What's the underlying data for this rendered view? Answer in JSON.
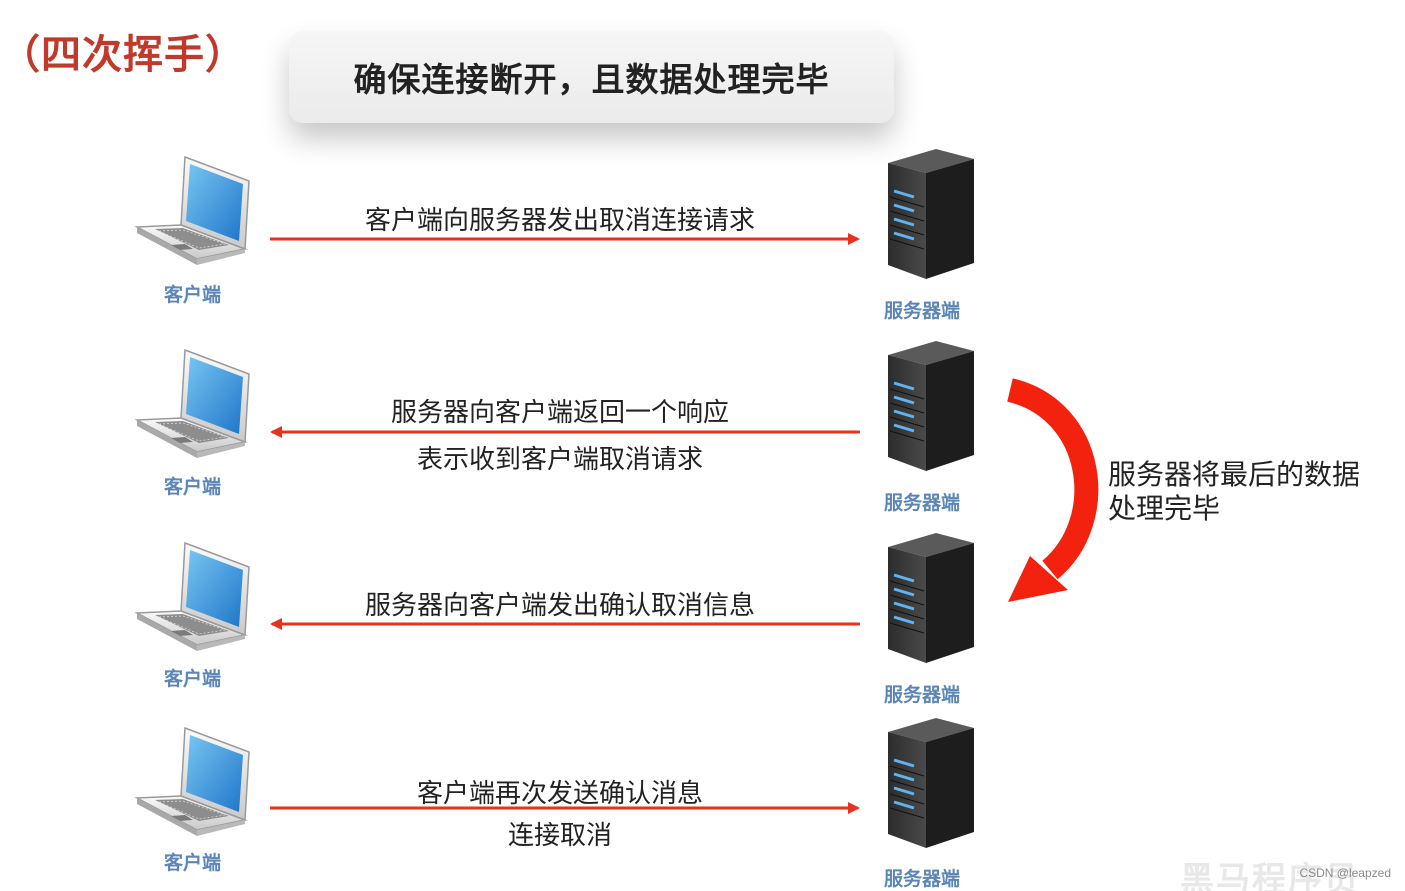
{
  "section_title": "（四次挥手）",
  "banner_title": "确保连接断开，且数据处理完毕",
  "client_label": "客户端",
  "server_label": "服务器端",
  "steps": [
    {
      "lines": [
        "客户端向服务器发出取消连接请求"
      ],
      "direction": "client-to-server"
    },
    {
      "lines": [
        "服务器向客户端返回一个响应",
        "表示收到客户端取消请求"
      ],
      "direction": "server-to-client"
    },
    {
      "lines": [
        "服务器向客户端发出确认取消信息"
      ],
      "direction": "server-to-client"
    },
    {
      "lines": [
        "客户端再次发送确认消息",
        "连接取消"
      ],
      "direction": "client-to-server"
    }
  ],
  "side_note": {
    "line1": "服务器将最后的数据",
    "line2": "处理完毕"
  },
  "colors": {
    "arrow": "#e8321e",
    "title": "#c0392b",
    "caption": "#5b86b5"
  },
  "watermark": {
    "logo_text": "黑马程序员",
    "credit": "CSDN @leapzed"
  }
}
